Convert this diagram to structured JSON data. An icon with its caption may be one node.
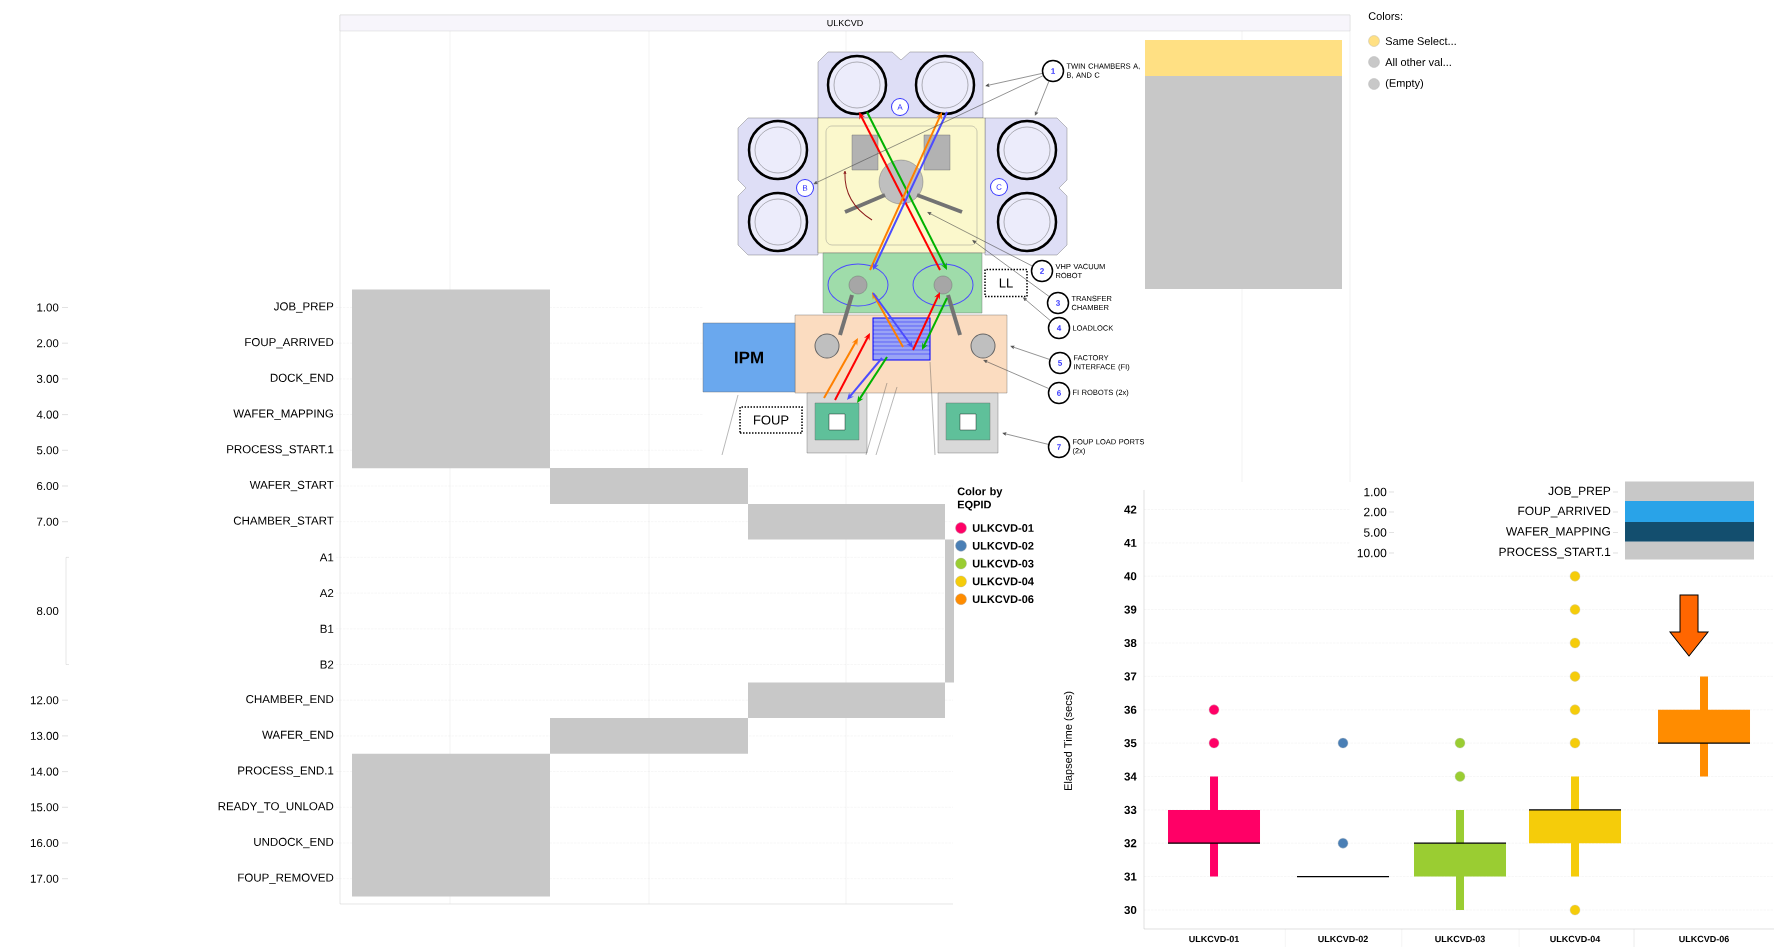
{
  "diagram": {
    "nodes": [
      {
        "text": [
          "A"
        ]
      },
      {
        "text": [
          "B"
        ]
      },
      {
        "text": [
          "C"
        ]
      },
      {
        "text": [
          "LL"
        ]
      },
      {
        "text": [
          "IPM"
        ]
      },
      {
        "text": [
          "FOUP"
        ]
      },
      {
        "text": [
          "1"
        ],
        "beside": [
          "TWIN CHAMBERS A, B, AND C"
        ]
      },
      {
        "text": [
          "2"
        ],
        "beside": [
          "VHP VACUUM ROBOT"
        ]
      },
      {
        "text": [
          "3"
        ],
        "beside": [
          "TRANSFER CHAMBER"
        ]
      },
      {
        "text": [
          "4"
        ],
        "beside": [
          "LOADLOCK"
        ]
      },
      {
        "text": [
          "5"
        ],
        "beside": [
          "FACTORY INTERFACE (FI)"
        ]
      },
      {
        "text": [
          "6"
        ],
        "beside": [
          "FI ROBOTS (2x)"
        ]
      },
      {
        "text": [
          "7"
        ],
        "beside": [
          "FOUP LOAD PORTS (2x)"
        ]
      }
    ],
    "edges": [
      {
        "from": 6,
        "to": null,
        "arrow": "to"
      },
      {
        "from": 6,
        "to": null,
        "arrow": "to"
      },
      {
        "from": 6,
        "to": 1,
        "arrow": "to"
      },
      {
        "from": 7,
        "to": null,
        "arrow": "to"
      },
      {
        "from": 8,
        "to": null,
        "arrow": "to"
      },
      {
        "from": 9,
        "to": 3,
        "arrow": "to"
      },
      {
        "from": 10,
        "to": null,
        "arrow": "to"
      },
      {
        "from": 11,
        "to": null,
        "arrow": "to"
      },
      {
        "from": 12,
        "to": null,
        "arrow": "to"
      }
    ],
    "labels": [
      "ULKCVD",
      "1.00",
      "JOB_PREP",
      "2.00",
      "FOUP_ARRIVED",
      "3.00",
      "DOCK_END",
      "4.00",
      "WAFER_MAPPING",
      "5.00",
      "PROCESS_START.1",
      "6.00",
      "WAFER_START",
      "7.00",
      "CHAMBER_START",
      "A1",
      "A2",
      "8.00",
      "B1",
      "B2",
      "12.00",
      "CHAMBER_END",
      "13.00",
      "WAFER_END",
      "14.00",
      "PROCESS_END.1",
      "15.00",
      "READY_TO_UNLOAD",
      "16.00",
      "UNDOCK_END",
      "17.00",
      "FOUP_REMOVED",
      "Colors:",
      "Color by EQPID",
      "1.00",
      "JOB_PREP",
      "2.00",
      "FOUP_ARRIVED",
      "5.00",
      "WAFER_MAPPING",
      "10.00",
      "PROCESS_START.1",
      "Elapsed Time (secs)",
      "42",
      "41",
      "40",
      "39",
      "38",
      "37",
      "36",
      "35",
      "34",
      "33",
      "32",
      "31",
      "30",
      "ULKCVD-01",
      "ULKCVD-02",
      "ULKCVD-03",
      "ULKCVD-04",
      "ULKCVD-06"
    ],
    "legend": [
      {
        "text": "Same Select...",
        "color": "#ffe083"
      },
      {
        "text": "All other val...",
        "color": "#c8c8c8"
      },
      {
        "text": "(Empty)",
        "color": "#c8c8c8"
      },
      {
        "text": "ULKCVD-01",
        "color": "#ff0066"
      },
      {
        "text": "ULKCVD-02",
        "color": "#4a7fb5"
      },
      {
        "text": "ULKCVD-03",
        "color": "#9acd32"
      },
      {
        "text": "ULKCVD-04",
        "color": "#f5cc0a"
      },
      {
        "text": "ULKCVD-06",
        "color": "#ff8c00"
      }
    ]
  }
}
